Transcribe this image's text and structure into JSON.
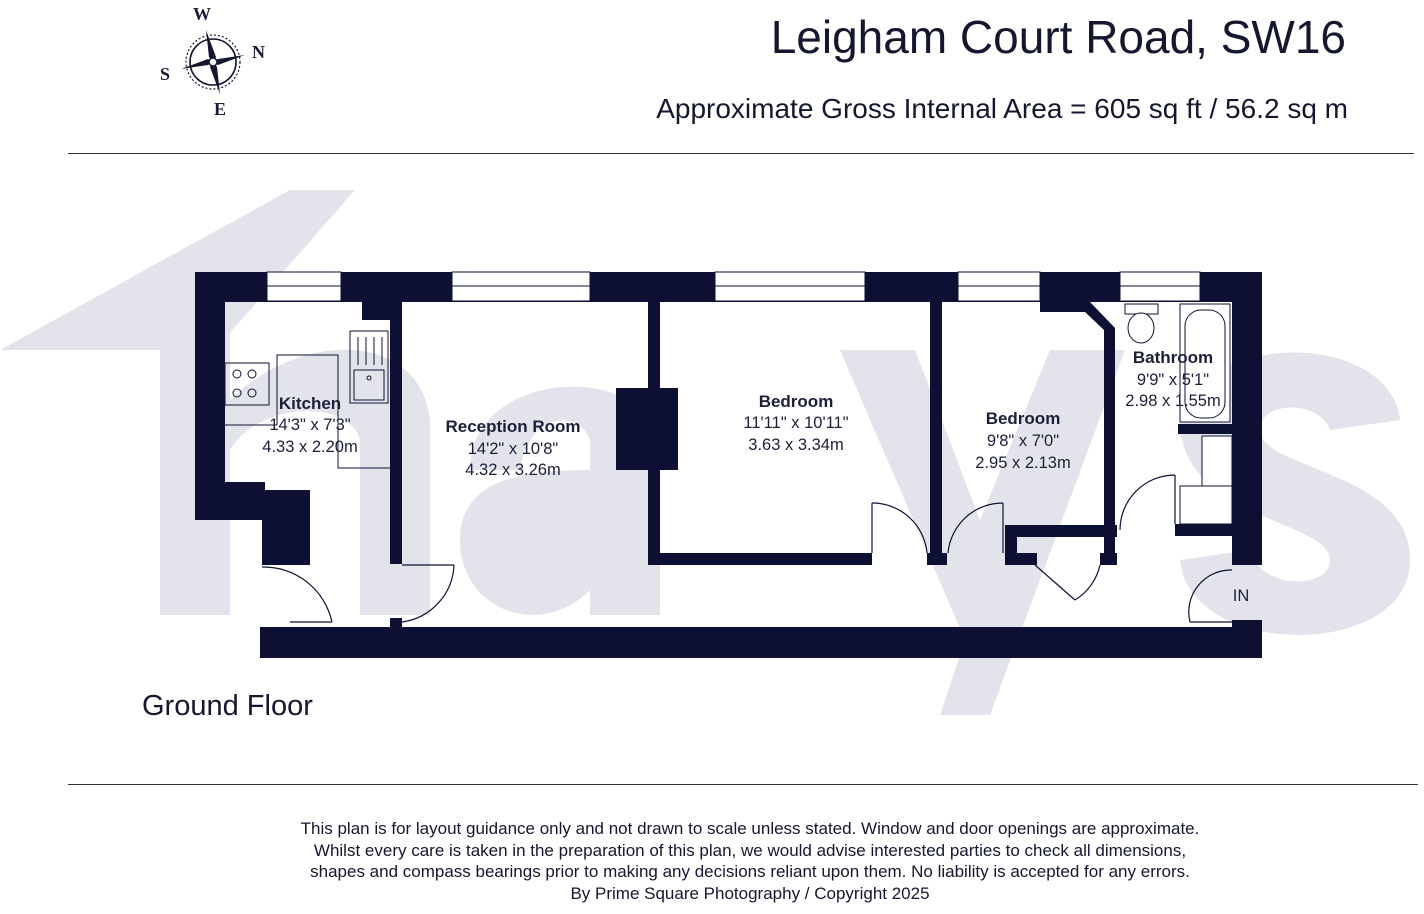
{
  "header": {
    "title": "Leigham Court Road, SW16",
    "area_text": "Approximate Gross Internal Area = 605 sq ft / 56.2 sq m"
  },
  "compass": {
    "icon": "compass-rose-icon",
    "labels": {
      "top": "W",
      "right": "N",
      "bottom": "E",
      "left": "S"
    }
  },
  "watermark": {
    "text": "hays",
    "color": "#e2e3ea"
  },
  "colors": {
    "wall": "#0d1033",
    "text": "#15172e"
  },
  "floor": {
    "label": "Ground Floor",
    "entrance_label": "IN",
    "rooms": [
      {
        "name": "Kitchen",
        "imperial": "14'3\" x 7'3\"",
        "metric": "4.33 x 2.20m"
      },
      {
        "name": "Reception Room",
        "imperial": "14'2\" x 10'8\"",
        "metric": "4.32 x 3.26m"
      },
      {
        "name": "Bedroom",
        "imperial": "11'11\" x 10'11\"",
        "metric": "3.63 x 3.34m"
      },
      {
        "name": "Bedroom",
        "imperial": "9'8\" x 7'0\"",
        "metric": "2.95 x 2.13m"
      },
      {
        "name": "Bathroom",
        "imperial": "9'9\" x 5'1\"",
        "metric": "2.98 x 1.55m"
      }
    ]
  },
  "footer": {
    "lines": [
      "This plan is for layout guidance only and not drawn to scale unless stated. Window and door openings are approximate.",
      "Whilst every care is taken in the preparation of this plan, we would advise interested parties to check all dimensions,",
      "shapes and compass bearings prior to making any decisions reliant upon them. No liability is accepted for any errors.",
      "By Prime Square Photography / Copyright 2025"
    ]
  }
}
